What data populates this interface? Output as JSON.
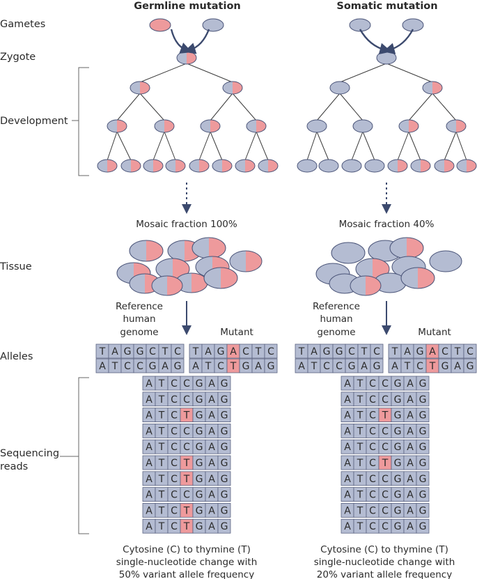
{
  "colors": {
    "cell_blue": "#b4bcd2",
    "cell_red": "#ee9a9c",
    "outline": "#4a5478",
    "nt_box": "#b4bcd2",
    "nt_mut": "#ee9a9c",
    "arrow": "#3c4a6e"
  },
  "row_labels": {
    "gametes": "Gametes",
    "zygote": "Zygote",
    "development": "Development",
    "tissue": "Tissue",
    "alleles": "Alleles",
    "sequencing_1": "Sequencing",
    "sequencing_2": "reads"
  },
  "panels": [
    {
      "title": "Germline mutation",
      "gametes": [
        "red",
        "blue"
      ],
      "zygote": "half",
      "gen1": [
        "half",
        "half"
      ],
      "gen2": [
        "half",
        "half",
        "half",
        "half"
      ],
      "gen3": [
        "half",
        "half",
        "half",
        "half",
        "half",
        "half",
        "half",
        "half"
      ],
      "mosaic": "Mosaic fraction 100%",
      "tissue": [
        "half",
        "half",
        "half",
        "half",
        "half",
        "half",
        "half",
        "half",
        "half",
        "half",
        "half"
      ],
      "ref_label_1": "Reference",
      "ref_label_2": "human",
      "ref_label_3": "genome",
      "mutant_label": "Mutant",
      "ref_top": [
        "T",
        "A",
        "G",
        "G",
        "C",
        "T",
        "C"
      ],
      "ref_bottom": [
        "A",
        "T",
        "C",
        "C",
        "G",
        "A",
        "G"
      ],
      "mut_top": [
        "T",
        "A",
        "G",
        "A",
        "C",
        "T",
        "C"
      ],
      "mut_bottom": [
        "A",
        "T",
        "C",
        "T",
        "G",
        "A",
        "G"
      ],
      "reads": [
        [
          "A",
          "T",
          "C",
          "C",
          "G",
          "A",
          "G"
        ],
        [
          "A",
          "T",
          "C",
          "C",
          "G",
          "A",
          "G"
        ],
        [
          "A",
          "T",
          "C",
          "T",
          "G",
          "A",
          "G"
        ],
        [
          "A",
          "T",
          "C",
          "C",
          "G",
          "A",
          "G"
        ],
        [
          "A",
          "T",
          "C",
          "C",
          "G",
          "A",
          "G"
        ],
        [
          "A",
          "T",
          "C",
          "T",
          "G",
          "A",
          "G"
        ],
        [
          "A",
          "T",
          "C",
          "T",
          "G",
          "A",
          "G"
        ],
        [
          "A",
          "T",
          "C",
          "C",
          "G",
          "A",
          "G"
        ],
        [
          "A",
          "T",
          "C",
          "T",
          "G",
          "A",
          "G"
        ],
        [
          "A",
          "T",
          "C",
          "T",
          "G",
          "A",
          "G"
        ]
      ],
      "caption": [
        "Cytosine (C) to thymine (T)",
        "single-nucleotide change with",
        "50% variant allele frequency"
      ]
    },
    {
      "title": "Somatic mutation",
      "gametes": [
        "blue",
        "blue"
      ],
      "zygote": "blue",
      "gen1": [
        "blue",
        "half"
      ],
      "gen2": [
        "blue",
        "blue",
        "half",
        "half"
      ],
      "gen3": [
        "blue",
        "blue",
        "blue",
        "blue",
        "half",
        "half",
        "half",
        "half"
      ],
      "mosaic": "Mosaic fraction 40%",
      "tissue": [
        "blue",
        "blue",
        "half",
        "blue",
        "half",
        "blue",
        "blue",
        "blue",
        "blue",
        "half",
        "half"
      ],
      "ref_label_1": "Reference",
      "ref_label_2": "human",
      "ref_label_3": "genome",
      "mutant_label": "Mutant",
      "ref_top": [
        "T",
        "A",
        "G",
        "G",
        "C",
        "T",
        "C"
      ],
      "ref_bottom": [
        "A",
        "T",
        "C",
        "C",
        "G",
        "A",
        "G"
      ],
      "mut_top": [
        "T",
        "A",
        "G",
        "A",
        "C",
        "T",
        "C"
      ],
      "mut_bottom": [
        "A",
        "T",
        "C",
        "T",
        "G",
        "A",
        "G"
      ],
      "reads": [
        [
          "A",
          "T",
          "C",
          "C",
          "G",
          "A",
          "G"
        ],
        [
          "A",
          "T",
          "C",
          "C",
          "G",
          "A",
          "G"
        ],
        [
          "A",
          "T",
          "C",
          "T",
          "G",
          "A",
          "G"
        ],
        [
          "A",
          "T",
          "C",
          "C",
          "G",
          "A",
          "G"
        ],
        [
          "A",
          "T",
          "C",
          "C",
          "G",
          "A",
          "G"
        ],
        [
          "A",
          "T",
          "C",
          "T",
          "G",
          "A",
          "G"
        ],
        [
          "A",
          "T",
          "C",
          "C",
          "G",
          "A",
          "G"
        ],
        [
          "A",
          "T",
          "C",
          "C",
          "G",
          "A",
          "G"
        ],
        [
          "A",
          "T",
          "C",
          "C",
          "G",
          "A",
          "G"
        ],
        [
          "A",
          "T",
          "C",
          "C",
          "G",
          "A",
          "G"
        ]
      ],
      "caption": [
        "Cytosine (C) to thymine (T)",
        "single-nucleotide change with",
        "20% variant allele frequency"
      ]
    }
  ]
}
